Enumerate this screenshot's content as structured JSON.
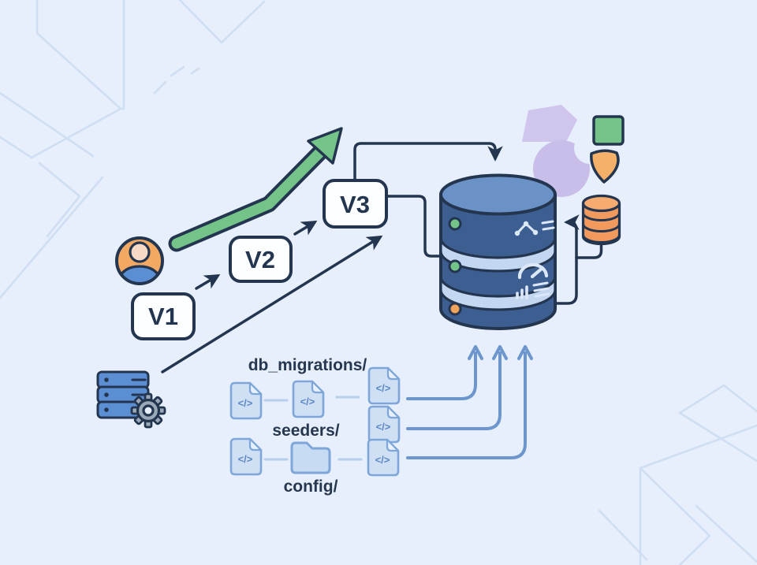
{
  "colors": {
    "background": "#e6effb",
    "pattern": "#cfdef2",
    "navy": "#24364f",
    "boxFill": "#fdfeff",
    "green": "#74c48a",
    "skin": "#f4a963",
    "headTone": "#f8d9c5",
    "shoulders": "#5b8ed3",
    "serverBlue": "#5b8ed3",
    "gearGray": "#9aa8b7",
    "dbBody": "#3c5e91",
    "dbTop": "#6a92c6",
    "dbBand": "#c3d7f0",
    "dbIcon": "#dce8f8",
    "dotGreen": "#74c48a",
    "dotOrange": "#f0a35b",
    "miniDb": "#f29a5e",
    "miniDbTop": "#f6ab70",
    "purpleA": "#cfc5ed",
    "purpleB": "#c9bde9",
    "shieldOrange": "#f5b069",
    "fileFill": "#cfe0f5",
    "fileStroke": "#7ea6d8",
    "fileFold": "#e8f1fb",
    "codeText": "#5e88c4",
    "arrowBlue": "#6d96cc",
    "dashBlue": "#b7cfec",
    "labelText": "#26374f"
  },
  "versions": [
    {
      "label": "V1"
    },
    {
      "label": "V2"
    },
    {
      "label": "V3"
    }
  ],
  "directories": [
    {
      "label": "db_migrations/"
    },
    {
      "label": "seeders/"
    },
    {
      "label": "config/"
    }
  ],
  "fileGlyph": "</>"
}
